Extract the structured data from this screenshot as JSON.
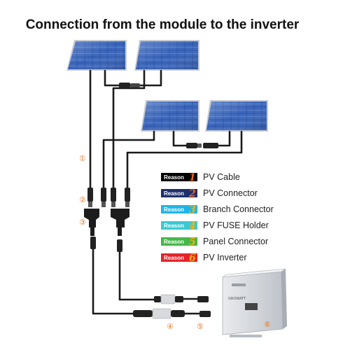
{
  "title": "Connection from the module to the inverter",
  "callouts": {
    "c1": "①",
    "c2": "②",
    "c3": "③",
    "c4": "④",
    "c5": "⑤",
    "c6": "⑥"
  },
  "legend": [
    {
      "reason_word": "Reason",
      "number": "1",
      "label": "PV Cable",
      "badge_color": "#000000",
      "number_color": "#e8661c"
    },
    {
      "reason_word": "Reason",
      "number": "2",
      "label": "PV Connector",
      "badge_color": "#1f2f6e",
      "number_color": "#e8661c"
    },
    {
      "reason_word": "Reason",
      "number": "3",
      "label": "Branch  Connector",
      "badge_color": "#22b4e6",
      "number_color": "#f5b20a"
    },
    {
      "reason_word": "Reason",
      "number": "4",
      "label": "PV  FUSE Holder",
      "badge_color": "#3cc8d0",
      "number_color": "#f5b20a"
    },
    {
      "reason_word": "Reason",
      "number": "5",
      "label": "Panel Connector",
      "badge_color": "#46b64a",
      "number_color": "#f5b20a"
    },
    {
      "reason_word": "Reason",
      "number": "6",
      "label": "PV Inverter",
      "badge_color": "#e4232b",
      "number_color": "#f5b20a"
    }
  ],
  "colors": {
    "panel_cell": "#2b4f9a",
    "panel_frame": "#c9ccd2",
    "cable": "#1a1a1a",
    "callout": "#e07a2a",
    "inverter_body": "#dcdfe4"
  },
  "icons": [
    "solar-panel",
    "mc4-connector",
    "branch-connector",
    "fuse-holder",
    "inverter"
  ]
}
